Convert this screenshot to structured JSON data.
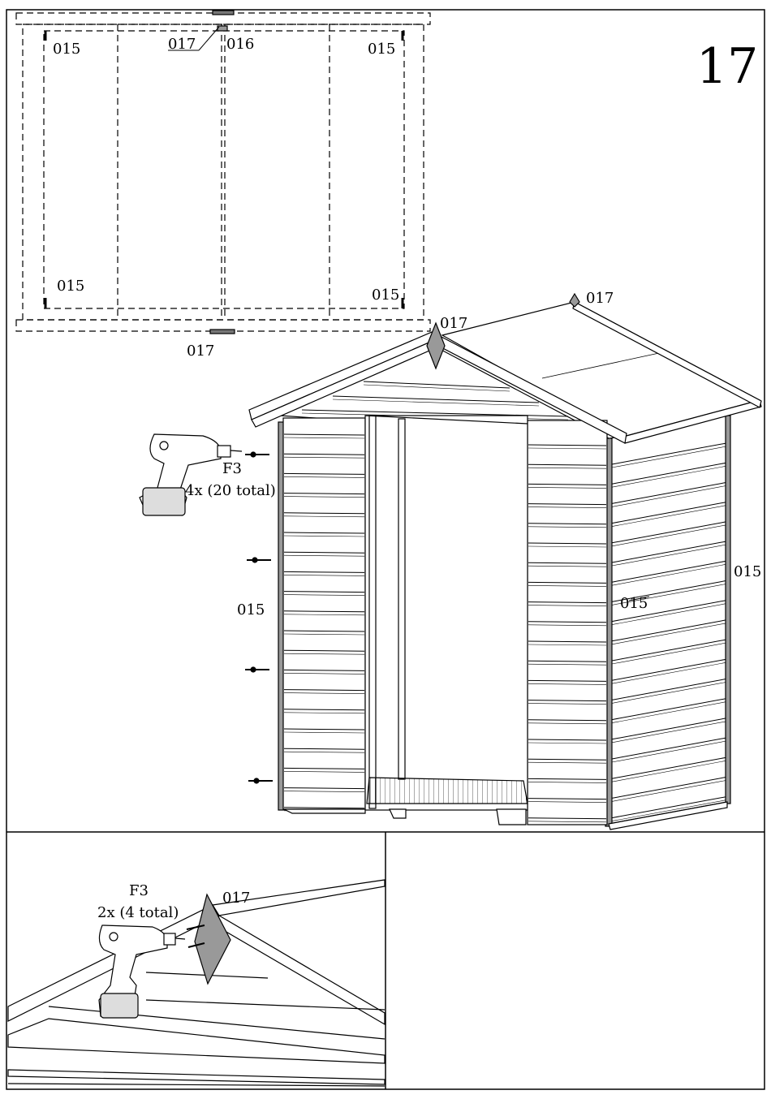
{
  "step_number": "17",
  "plan_view": {
    "labels": {
      "corner_top_left": "015",
      "corner_top_right": "015",
      "corner_bottom_left": "015",
      "corner_bottom_right": "015",
      "top_center_a": "017",
      "top_center_b": "016",
      "bottom_center": "017"
    }
  },
  "main_view": {
    "labels": {
      "ridge_back": "017",
      "ridge_front": "017",
      "left_wall": "015",
      "right_front_corner": "015",
      "right_back_corner": "015"
    },
    "drill": {
      "part": "F3",
      "quantity": "4x (20 total)"
    }
  },
  "detail_view": {
    "part_label": "017",
    "drill": {
      "part": "F3",
      "quantity": "2x (4 total)"
    }
  }
}
